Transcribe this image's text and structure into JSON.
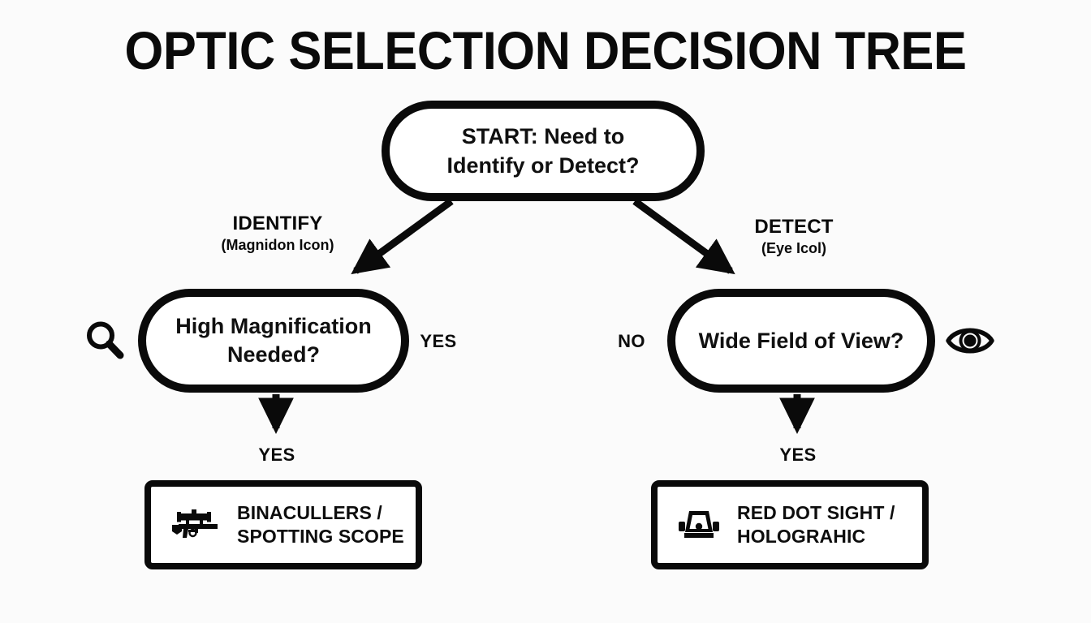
{
  "page": {
    "title": "OPTIC SELECTION DECISION TREE",
    "background_color": "#fbfbfb",
    "ink_color": "#0a0a0a"
  },
  "nodes": {
    "start": {
      "id": "start",
      "shape": "stadium",
      "line1": "START: Need to",
      "line2": "Identify or Detect?",
      "text": "START: Need to Identify or Detect?"
    },
    "magnification": {
      "id": "high-magnification",
      "shape": "stadium",
      "line1": "High Magnification",
      "line2": "Needed?",
      "text": "High Magnification Needed?"
    },
    "fieldofview": {
      "id": "wide-field-of-view",
      "shape": "stadium",
      "line1": "Wide Field of View?",
      "line2": "",
      "text": "Wide Field of View?"
    }
  },
  "outcomes": {
    "left": {
      "id": "binoculars-spotting-scope",
      "line1": "BINACULLERS /",
      "line2": "SPOTTING SCOPE",
      "icon": "scoped-rifle-icon"
    },
    "right": {
      "id": "red-dot-holographic",
      "line1": "RED DOT SIGHT /",
      "line2": "HOLOGRAHIC",
      "icon": "red-dot-sight-icon"
    }
  },
  "branch_captions": {
    "identify": {
      "main": "IDENTIFY",
      "sub": "(Magnidon Icon)"
    },
    "detect": {
      "main": "DETECT",
      "sub": "(Eye Icol)"
    }
  },
  "edge_labels": {
    "yes_right_of_magnification": "YES",
    "no_left_of_fieldofview": "NO",
    "yes_below_magnification": "YES",
    "yes_below_fieldofview": "YES"
  },
  "side_icons": {
    "left": "magnifying-glass-icon",
    "right": "eye-icon"
  }
}
